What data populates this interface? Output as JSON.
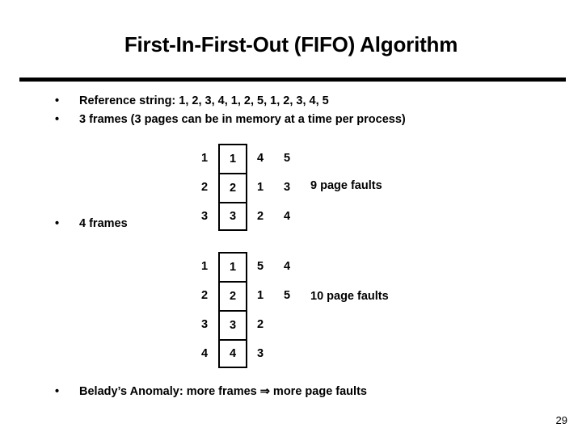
{
  "slide": {
    "title": "First-In-First-Out (FIFO) Algorithm",
    "page_number": "29",
    "bullet_marker": "•"
  },
  "bullets": [
    {
      "id": "reference-string",
      "text": "Reference string: 1, 2, 3, 4, 1, 2, 5, 1, 2, 3, 4, 5"
    },
    {
      "id": "three-frames",
      "text": "3 frames (3 pages can be in memory at a time per process)"
    },
    {
      "id": "four-frames",
      "text": "4 frames"
    },
    {
      "id": "belady-anomaly",
      "text": "Belady’s Anomaly: more frames ⇒ more page faults"
    }
  ],
  "diagrams": [
    {
      "id": "three-frame-diagram",
      "rows": [
        [
          "1",
          "1",
          "4",
          "5"
        ],
        [
          "2",
          "2",
          "1",
          "3"
        ],
        [
          "3",
          "3",
          "2",
          "4"
        ]
      ],
      "faults_label": "9 page faults"
    },
    {
      "id": "four-frame-diagram",
      "rows": [
        [
          "1",
          "1",
          "5",
          "4"
        ],
        [
          "2",
          "2",
          "1",
          "5"
        ],
        [
          "3",
          "3",
          "2",
          ""
        ],
        [
          "4",
          "4",
          "3",
          ""
        ]
      ],
      "faults_label": "10 page faults"
    }
  ]
}
